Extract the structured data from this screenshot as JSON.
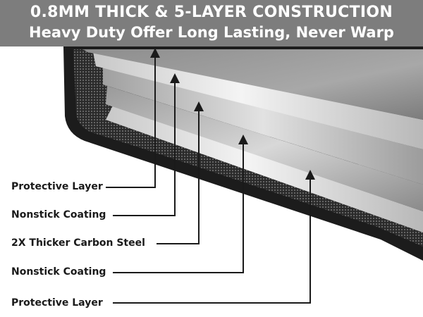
{
  "banner": {
    "headline": "0.8MM THICK & 5-LAYER CONSTRUCTION",
    "subheadline": "Heavy Duty Offer Long Lasting, Never Warp"
  },
  "layers": [
    {
      "label": "Protective Layer"
    },
    {
      "label": "Nonstick Coating"
    },
    {
      "label": "2X Thicker Carbon Steel"
    },
    {
      "label": "Nonstick Coating"
    },
    {
      "label": "Protective Layer"
    }
  ],
  "colors": {
    "banner_bg": "#7d7d7d",
    "banner_text": "#ffffff",
    "label_text": "#1a1a1a",
    "pan_rim": "#1c1c1c"
  }
}
